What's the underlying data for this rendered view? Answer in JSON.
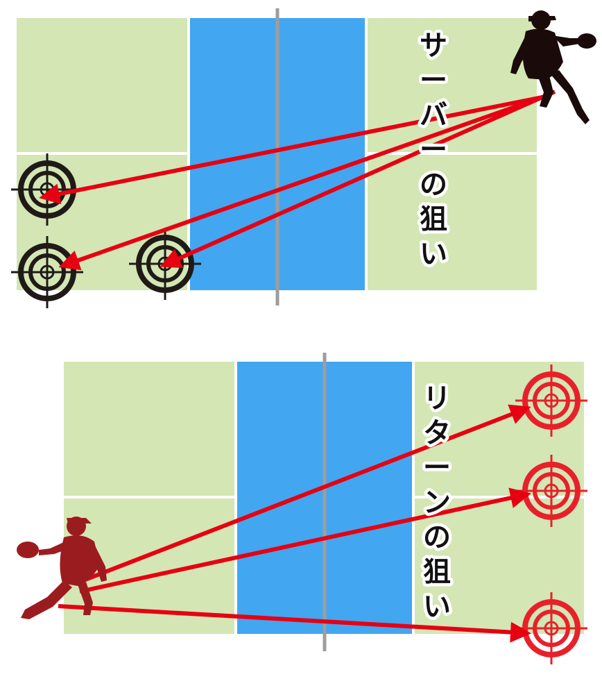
{
  "panels": {
    "server": {
      "label": "サーバーの狙い",
      "label_chars": [
        "サ",
        "ー",
        "バ",
        "ー",
        "の",
        "狙",
        "い"
      ],
      "arrow_color": "#e60012",
      "target_color": "#1f1a17",
      "player_color": "#1a0a0a"
    },
    "returner": {
      "label": "リターンの狙い",
      "label_chars": [
        "リ",
        "タ",
        "ー",
        "ン",
        "の",
        "狙",
        "い"
      ],
      "arrow_color": "#e60012",
      "target_color": "#e8202a",
      "player_color": "#9b1c1f"
    }
  },
  "colors": {
    "court": "#d3e6b4",
    "kitchen": "#42a6f0",
    "net": "#9e9e9e",
    "lines": "#ffffff"
  },
  "icons": [
    "target-icon",
    "player-silhouette-icon",
    "arrow-icon"
  ]
}
